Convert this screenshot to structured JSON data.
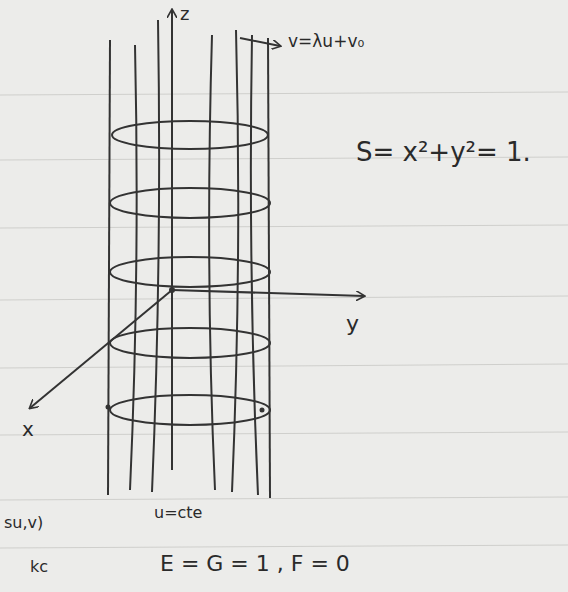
{
  "diagram": {
    "labels": [
      "z",
      "y",
      "x",
      "v=λu+v₀",
      "S= x²+y²= 1.",
      "u=cte",
      "su,v)",
      "kc",
      "E = G = 1 , F = 0"
    ]
  }
}
